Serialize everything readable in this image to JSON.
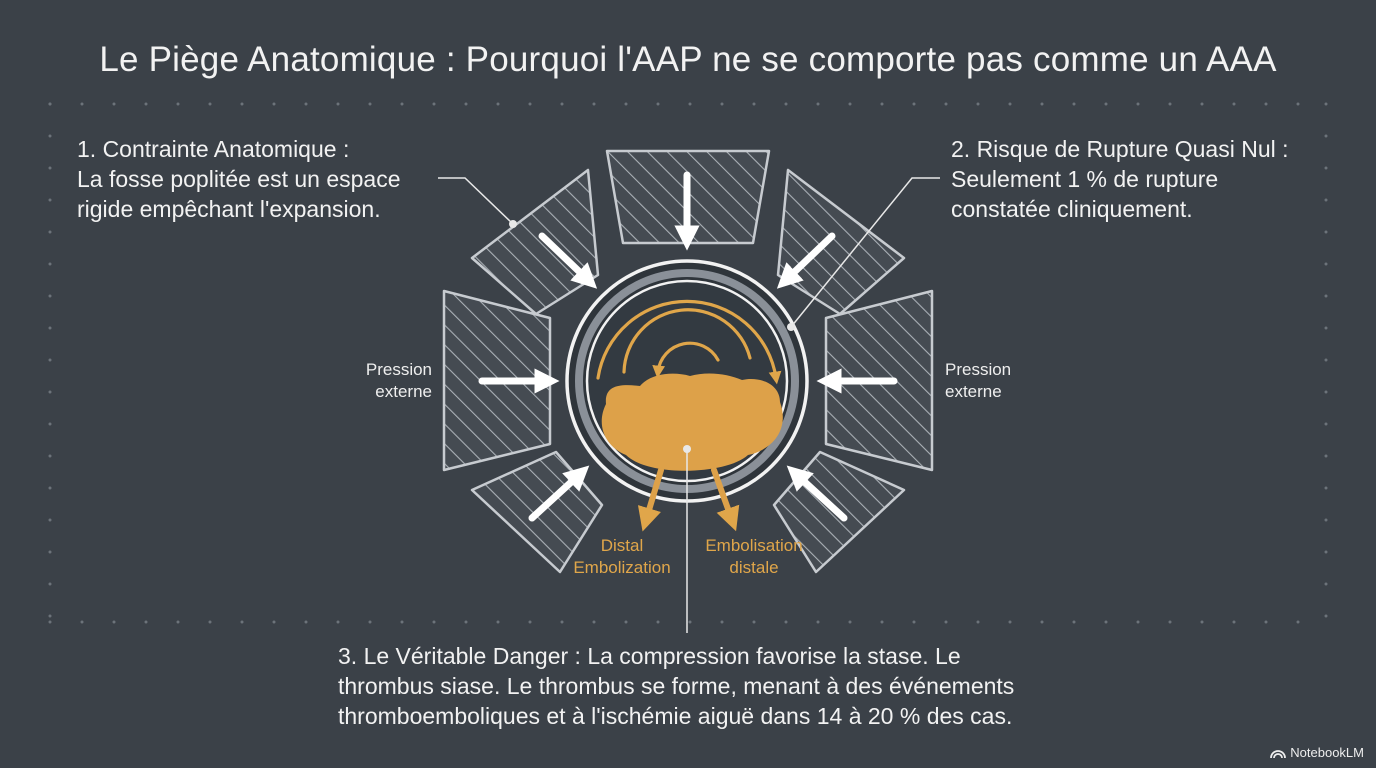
{
  "title": "Le Piège Anatomique : Pourquoi l'AAP ne se comporte pas comme un AAA",
  "callouts": {
    "constraint": {
      "lines": [
        "1. Contrainte Anatomique :",
        "La fosse poplitée est un espace",
        "rigide empêchant l'expansion."
      ]
    },
    "rupture": {
      "lines": [
        "2. Risque de Rupture Quasi Nul :",
        "Seulement 1 % de rupture",
        "constatée cliniquement."
      ]
    },
    "danger": {
      "lines": [
        "3. Le Véritable Danger : La compression favorise la stase. Le",
        "thrombus siase. Le thrombus se forme, menant à des événements",
        "thromboemboliques et à l'ischémie aiguë dans 14 à 20 % des cas."
      ]
    }
  },
  "diagram": {
    "pressure_left": [
      "Pression",
      "externe"
    ],
    "pressure_right": [
      "Pression",
      "externe"
    ],
    "outflow_left": [
      "Distal",
      "Embolization"
    ],
    "outflow_right": [
      "Embolisation",
      "distale"
    ]
  },
  "colors": {
    "background": "#3b4148",
    "accent": "#e0a64a",
    "tissue_stroke": "#c7cbd0"
  },
  "watermark": "NotebookLM"
}
